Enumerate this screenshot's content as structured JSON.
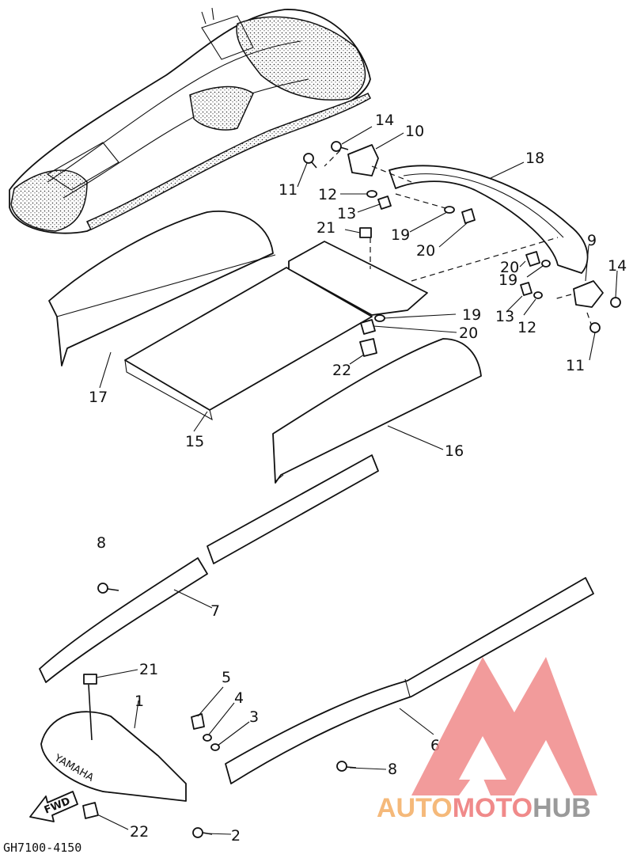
{
  "diagram_code": "GH7100-4150",
  "fwd_label": "FWD",
  "hood_text": "YAMAHA",
  "watermark": {
    "part1": "AUTO",
    "part2": "MOTO",
    "part3": "HUB",
    "color1": "#f5b97a",
    "color2": "#f08a8a",
    "color3": "#9a9a9a"
  },
  "callouts": [
    "14",
    "10",
    "18",
    "11",
    "12",
    "13",
    "21",
    "19",
    "20",
    "9",
    "14",
    "20",
    "19",
    "13",
    "12",
    "11",
    "19",
    "20",
    "22",
    "17",
    "15",
    "16",
    "8",
    "7",
    "21",
    "5",
    "4",
    "3",
    "1",
    "6",
    "8",
    "22",
    "2"
  ]
}
